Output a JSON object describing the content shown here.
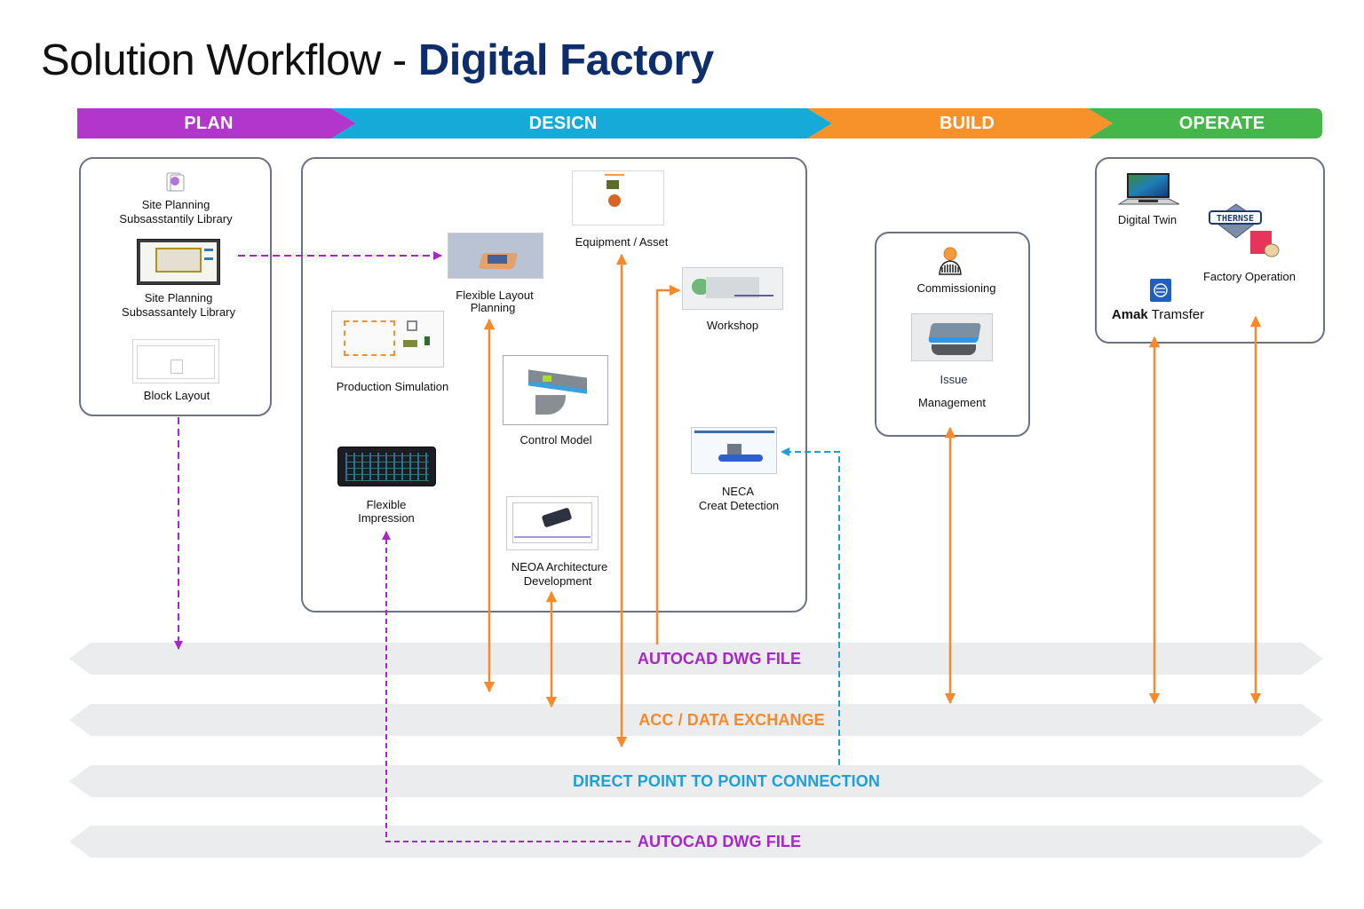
{
  "title": {
    "lead": "Solution Workflow - ",
    "accent": "Digital Factory"
  },
  "colors": {
    "plan": "#b236cc",
    "design": "#16aad8",
    "build": "#f7922a",
    "operate": "#45b649",
    "title_accent": "#0e2d6b",
    "box_border": "#6b7285",
    "lane_fill": "#ebecee",
    "dwg": "#a626c7",
    "acc": "#f7892a",
    "p2p": "#1ea0d6"
  },
  "phases": [
    {
      "key": "plan",
      "label": "PLAN"
    },
    {
      "key": "design",
      "label": "DESICN"
    },
    {
      "key": "build",
      "label": "BUILD"
    },
    {
      "key": "operate",
      "label": "OPERATE"
    }
  ],
  "plan_box": {
    "items": [
      {
        "label_line1": "Site Planning",
        "label_line2": "Subsasstantily Library",
        "icon": "document-icon"
      },
      {
        "label_line1": "Site Planning",
        "label_line2": "Subsassantely Library",
        "icon": "site-plan-screenshot"
      },
      {
        "label_line1": "Block Layout",
        "label_line2": "",
        "icon": "block-layout-drawing"
      }
    ]
  },
  "design_box": {
    "items": [
      {
        "label_line1": "Flexible Layout",
        "label_line2": "Planning",
        "icon": "layout-3d-render"
      },
      {
        "label_line1": "Equipment / Asset",
        "label_line2": "",
        "icon": "equipment-sheet"
      },
      {
        "label_line1": "Workshop",
        "label_line2": "",
        "icon": "workshop-render"
      },
      {
        "label_line1": "Production Simulation",
        "label_line2": "",
        "icon": "simulation-sheet"
      },
      {
        "label_line1": "Control Model",
        "label_line2": "",
        "icon": "control-model-render"
      },
      {
        "label_line1": "Flexible",
        "label_line2": "Impression",
        "icon": "schematic-dark"
      },
      {
        "label_line1": "NEOA Architecture",
        "label_line2": "Development",
        "icon": "architecture-drawing"
      },
      {
        "label_line1": "NECA",
        "label_line2": "Creat Detection",
        "icon": "clash-detection-screenshot"
      }
    ]
  },
  "build_box": {
    "items": [
      {
        "label_line1": "Commissioning",
        "label_line2": "",
        "icon": "person-icon"
      },
      {
        "label_line1": "Issue",
        "label_line2": "Management",
        "icon": "issue-render"
      }
    ]
  },
  "operate_box": {
    "items": [
      {
        "label_line1": "Digital Twin",
        "label_line2": "",
        "icon": "monitor-icon"
      },
      {
        "label_line1": "Factory Operation",
        "label_line2": "",
        "icon": "therm-badge",
        "badge_text": "THERNSE"
      },
      {
        "label_bold": "Amak",
        "label_rest": " Tramsfer",
        "icon": "transfer-logo"
      }
    ]
  },
  "lanes": [
    {
      "label": "AUTOCAD DWG FILE",
      "color_key": "dwg"
    },
    {
      "label": "ACC / DATA EXCHANGE",
      "color_key": "acc"
    },
    {
      "label": "DIRECT POINT TO POINT CONNECTION",
      "color_key": "p2p"
    },
    {
      "label": "AUTOCAD DWG FILE",
      "color_key": "dwg"
    }
  ]
}
